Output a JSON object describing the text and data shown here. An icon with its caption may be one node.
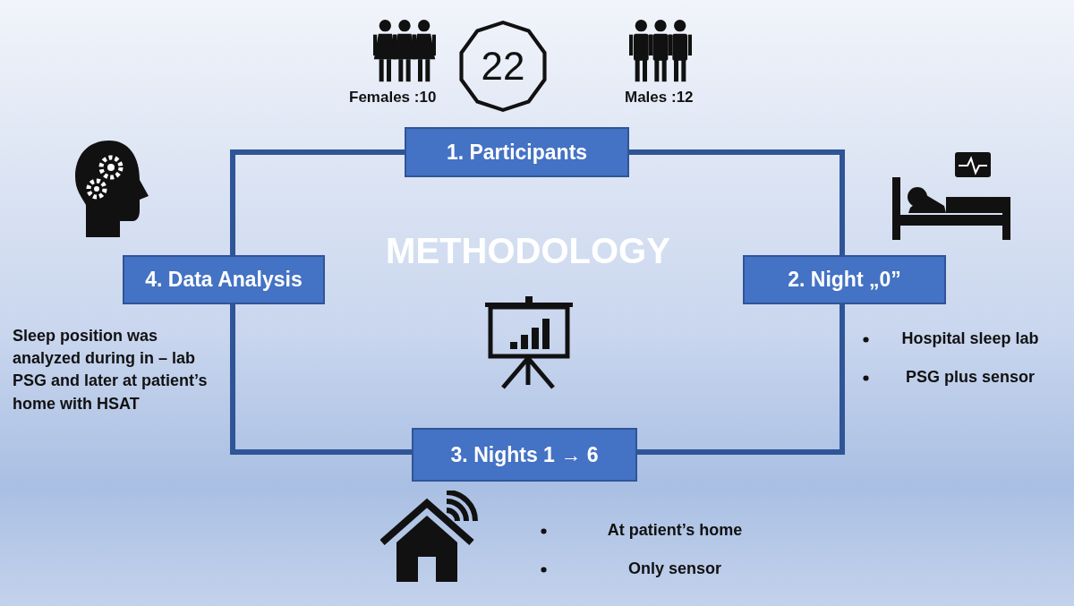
{
  "diagram": {
    "title": "METHODOLOGY",
    "nodes": [
      {
        "text": [
          "1. Participants"
        ]
      },
      {
        "text": [
          "2. Night „0”"
        ]
      },
      {
        "text": [
          "3. Nights 1 → 6"
        ]
      },
      {
        "text": [
          "4. Data Analysis"
        ]
      },
      {
        "text": [
          "22"
        ]
      }
    ],
    "edges": [
      {
        "from": 0,
        "to": 1,
        "arrow": "none"
      },
      {
        "from": 1,
        "to": 2,
        "arrow": "none"
      },
      {
        "from": 2,
        "to": 3,
        "arrow": "none"
      },
      {
        "from": 3,
        "to": 0,
        "arrow": "none"
      }
    ],
    "labels": [
      "Females :10",
      "Males :12",
      "Sleep position was analyzed during in – lab PSG and later at patient’s home with HSAT",
      "Hospital sleep lab",
      "PSG plus sensor",
      "At patient’s home",
      "Only sensor"
    ]
  }
}
